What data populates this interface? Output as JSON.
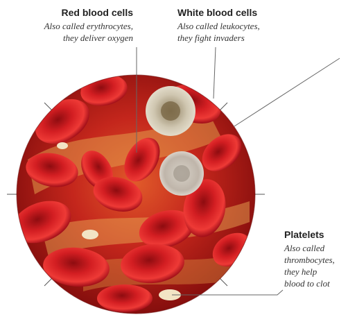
{
  "labels": {
    "red_blood_cells": {
      "title": "Red blood cells",
      "desc_line1": "Also called erythrocytes,",
      "desc_line2": "they deliver oxygen"
    },
    "white_blood_cells": {
      "title": "White blood cells",
      "desc_line1": "Also called leukocytes,",
      "desc_line2": "they fight invaders"
    },
    "platelets": {
      "title": "Platelets",
      "desc_line1": "Also called",
      "desc_line2": "thrombocytes,",
      "desc_line3": "they help",
      "desc_line4": "blood to clot"
    }
  },
  "colors": {
    "background": "#ffffff",
    "blood_dark": "#7a0a0a",
    "blood_mid": "#c0161a",
    "blood_light": "#e8393a",
    "plasma": "#d9a05a",
    "leader_line": "#666666"
  }
}
